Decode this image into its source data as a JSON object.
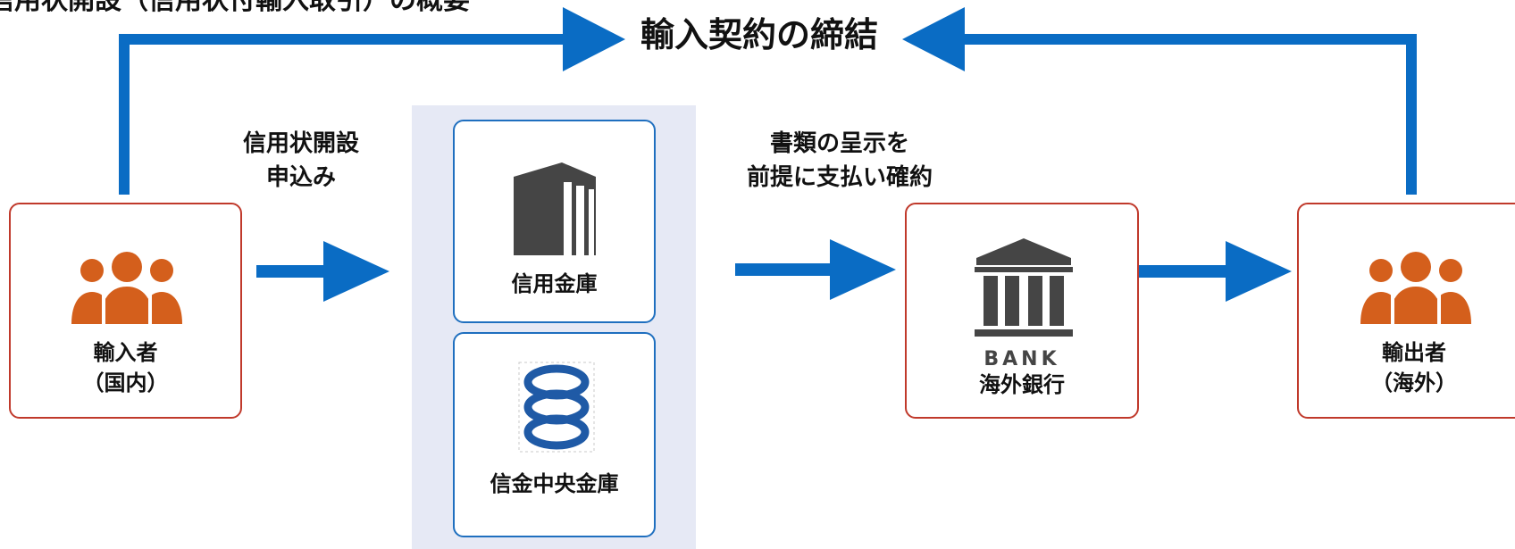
{
  "title": "信用状開設（信用状付輸入取引）の概要",
  "contract_label": "輸入契約の締結",
  "steps": {
    "apply": [
      "信用状開設",
      "申込み"
    ],
    "commit": [
      "書類の呈示を",
      "前提に支払い確約"
    ]
  },
  "parties": {
    "importer": [
      "輸入者",
      "（国内）"
    ],
    "exporter": [
      "輸出者",
      "（海外）"
    ]
  },
  "banks": {
    "shinkin": "信用金庫",
    "shinkin_central": "信金中央金庫",
    "overseas_bank_sign": "BANK",
    "overseas": "海外銀行"
  },
  "colors": {
    "arrow": "#0a6cc4",
    "party_border": "#c0392b",
    "people_icon": "#d45f1c",
    "bank_border": "#1f6fbf",
    "building_icon": "#454545",
    "bank_panel": "#e6e9f5",
    "logo": "#1f5aa6"
  },
  "icons": {
    "importer": "people-icon",
    "exporter": "people-icon",
    "shinkin": "building-icon",
    "shinkin_central": "rings-logo-icon",
    "overseas": "bank-icon"
  }
}
